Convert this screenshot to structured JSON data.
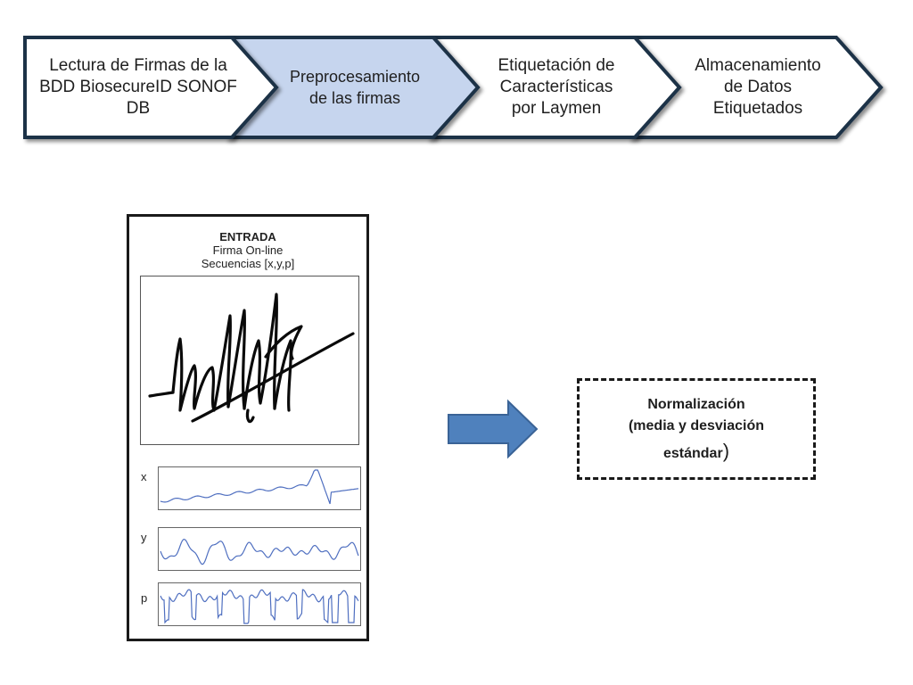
{
  "pipeline": {
    "steps": [
      {
        "lines": [
          "Lectura de Firmas de la",
          "BDD BiosecureID SONOF",
          "DB"
        ],
        "fill": "#ffffff",
        "active": false
      },
      {
        "lines": [
          "Preprocesamiento",
          "de las firmas"
        ],
        "fill": "#c6d5ee",
        "active": true
      },
      {
        "lines": [
          "Etiquetación de",
          "Características",
          "por Laymen"
        ],
        "fill": "#ffffff",
        "active": false
      },
      {
        "lines": [
          "Almacenamiento",
          "de Datos",
          "Etiquetados"
        ],
        "fill": "#ffffff",
        "active": false
      }
    ],
    "border_color": "#1f3347"
  },
  "input_panel": {
    "title": "ENTRADA",
    "subtitle": "Firma On-line",
    "sequence_note": "Secuencias [x,y,p]",
    "sequences": [
      {
        "label": "x"
      },
      {
        "label": "y"
      },
      {
        "label": "p"
      }
    ],
    "line_color": "#4f6fc0"
  },
  "arrow": {
    "fill": "#4f81bd",
    "stroke": "#3a6396"
  },
  "normalization": {
    "line1": "Normalización",
    "line2": "(media y desviación",
    "line3": "estándar",
    "close_paren": ")"
  }
}
